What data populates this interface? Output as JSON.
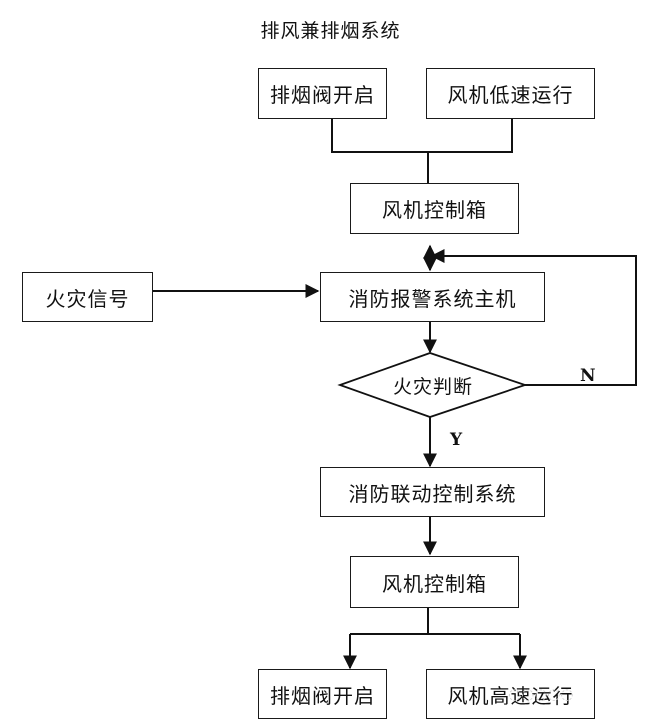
{
  "title": "排风兼排烟系统",
  "nodes": {
    "smoke_valve_open_top": "排烟阀开启",
    "fan_low_speed": "风机低速运行",
    "fan_control_box_top": "风机控制箱",
    "fire_signal": "火灾信号",
    "fire_alarm_host": "消防报警系统主机",
    "fire_judgment": "火灾判断",
    "fire_linkage_control": "消防联动控制系统",
    "fan_control_box_bottom": "风机控制箱",
    "smoke_valve_open_bottom": "排烟阀开启",
    "fan_high_speed": "风机高速运行"
  },
  "edge_labels": {
    "no": "N",
    "yes": "Y"
  },
  "watermark": "◌◌◌◌◌"
}
